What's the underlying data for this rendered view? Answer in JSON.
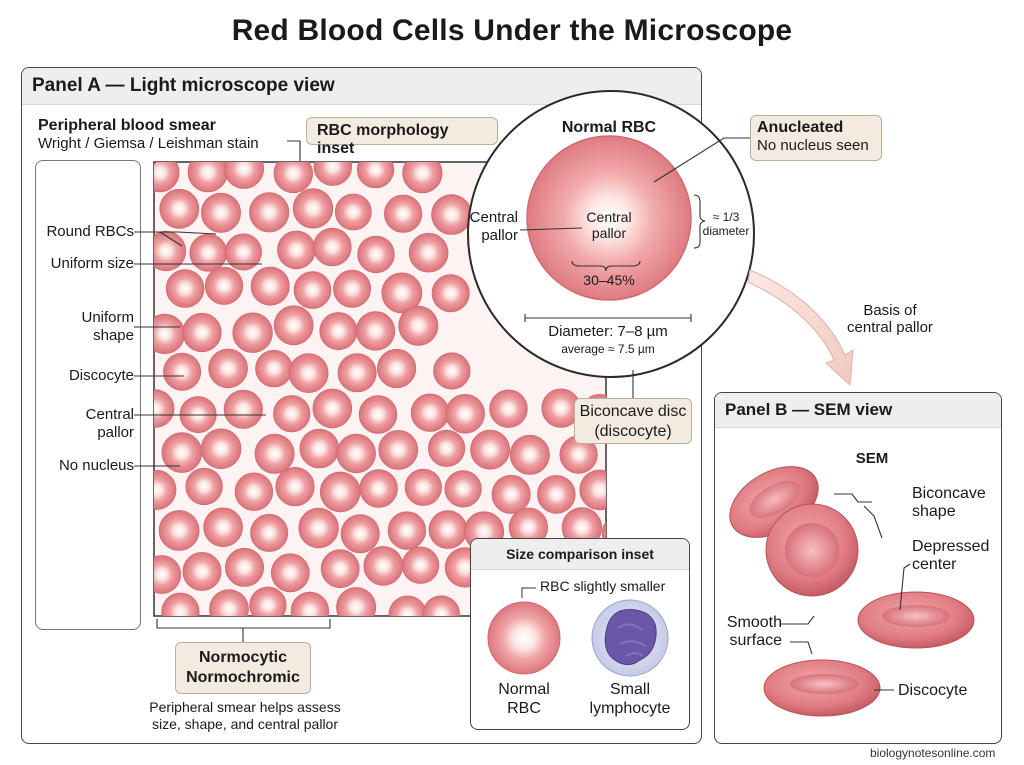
{
  "title": "Red Blood Cells Under the Microscope",
  "panel_a": {
    "heading": "Panel A — Light microscope view",
    "smear_title": "Peripheral blood smear",
    "smear_stain": "Wright / Giemsa / Leishman stain",
    "inset_tag": "RBC morphology inset",
    "side_labels": [
      "Round RBCs",
      "Uniform size",
      "Uniform shape",
      "Discocyte",
      "Central pallor",
      "No nucleus"
    ],
    "result_badge": [
      "Normocytic",
      "Normochromic"
    ],
    "note": [
      "Peripheral smear helps assess",
      "size, shape, and central pallor"
    ]
  },
  "zoom": {
    "title": "Normal RBC",
    "left_label": [
      "Central",
      "pallor"
    ],
    "center_label": [
      "Central",
      "pallor"
    ],
    "ratio_label": [
      "≈ 1/3",
      "diameter"
    ],
    "pallor_range": "30–45%",
    "diameter": "Diameter: 7–8 µm",
    "average": "average ≈ 7.5 µm",
    "anucleated": "Anucleated",
    "no_nucleus": "No nucleus seen",
    "biconcave": [
      "Biconcave disc",
      "(discocyte)"
    ]
  },
  "basis_label": [
    "Basis of",
    "central pallor"
  ],
  "size_inset": {
    "title": "Size comparison inset",
    "note": "RBC slightly smaller",
    "rbc_label": [
      "Normal",
      "RBC"
    ],
    "lymph_label": [
      "Small",
      "lymphocyte"
    ]
  },
  "panel_b": {
    "heading": "Panel B — SEM view",
    "sem": "SEM",
    "labels": {
      "biconcave": [
        "Biconcave",
        "shape"
      ],
      "depressed": [
        "Depressed",
        "center"
      ],
      "smooth": [
        "Smooth",
        "surface"
      ],
      "discocyte": "Discocyte"
    }
  },
  "footer": "biologynotesonline.com",
  "colors": {
    "rbc": "#e5858a",
    "rbc_dark": "#d5686f",
    "pallor": "#fbe3e1",
    "smear_bg": "#fdf3f3",
    "label_bg": "#f3ebe0"
  }
}
